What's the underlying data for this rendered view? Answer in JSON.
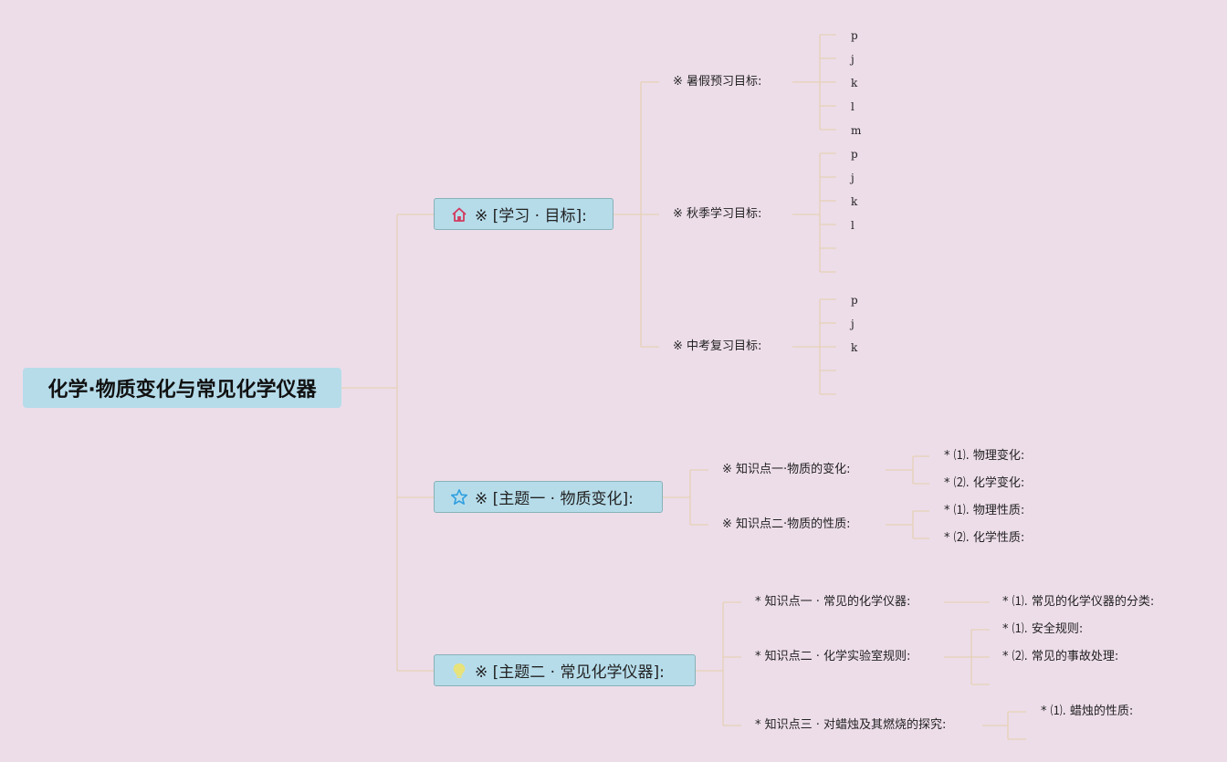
{
  "root": {
    "title": "化学·物质变化与常见化学仪器"
  },
  "topics": [
    {
      "label": "※ [学习 · 目标]:",
      "icon": "house-icon",
      "icon_color": "#d23a5e",
      "children": [
        {
          "label": "※ 暑假预习目标:",
          "items": [
            "p",
            "j",
            "k",
            "l",
            "m"
          ]
        },
        {
          "label": "※ 秋季学习目标:",
          "items": [
            "p",
            "j",
            "k",
            "l",
            "",
            ""
          ]
        },
        {
          "label": "※ 中考复习目标:",
          "items": [
            "p",
            "j",
            "k",
            "",
            ""
          ]
        }
      ]
    },
    {
      "label": "※ [主题一 · 物质变化]:",
      "icon": "star-icon",
      "icon_color": "#2e9fe0",
      "children": [
        {
          "label": "※ 知识点一·物质的变化:",
          "items": [
            "* ⑴. 物理变化:",
            "* ⑵. 化学变化:"
          ]
        },
        {
          "label": "※ 知识点二·物质的性质:",
          "items": [
            "* ⑴. 物理性质:",
            "* ⑵. 化学性质:"
          ]
        }
      ]
    },
    {
      "label": "※ [主题二 · 常见化学仪器]:",
      "icon": "lightbulb-icon",
      "icon_color": "#e8e27a",
      "children": [
        {
          "label": "* 知识点一 · 常见的化学仪器:",
          "items": [
            "* ⑴. 常见的化学仪器的分类:"
          ]
        },
        {
          "label": "* 知识点二 · 化学实验室规则:",
          "items": [
            "* ⑴. 安全规则:",
            "* ⑵. 常见的事故处理:",
            ""
          ]
        },
        {
          "label": "* 知识点三 · 对蜡烛及其燃烧的探究:",
          "items": [
            "* ⑴. 蜡烛的性质:",
            ""
          ]
        }
      ]
    }
  ]
}
